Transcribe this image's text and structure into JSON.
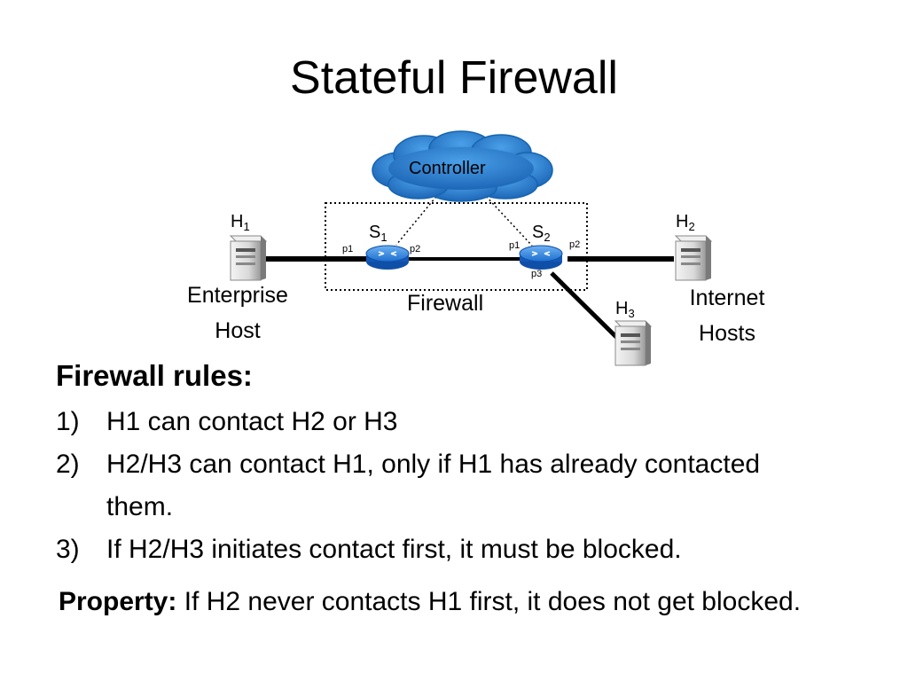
{
  "title": "Stateful Firewall",
  "diagram": {
    "controller_label": "Controller",
    "firewall_label": "Firewall",
    "hosts": [
      {
        "id": "H",
        "sub": "1",
        "caption": [
          "Enterprise",
          "Host"
        ]
      },
      {
        "id": "H",
        "sub": "2",
        "caption": [
          "Internet",
          "Hosts"
        ]
      },
      {
        "id": "H",
        "sub": "3"
      }
    ],
    "switches": [
      {
        "id": "S",
        "sub": "1",
        "ports": [
          "p1",
          "p2"
        ]
      },
      {
        "id": "S",
        "sub": "2",
        "ports": [
          "p1",
          "p2",
          "p3"
        ]
      }
    ]
  },
  "rules": {
    "heading": "Firewall rules:",
    "items": [
      {
        "num": "1)",
        "text": "H1 can contact H2 or H3"
      },
      {
        "num": "2)",
        "text": "H2/H3 can contact H1, only if H1 has already contacted them."
      },
      {
        "num": "3)",
        "text": "If H2/H3 initiates contact first, it must be blocked."
      }
    ]
  },
  "property": {
    "label": "Property:",
    "text": " If H2 never contacts H1 first, it does not get blocked."
  },
  "colors": {
    "cloud": "#1f78c8",
    "cloud_edge": "#1565b0",
    "router": "#1a73d8",
    "server_light": "#e9e9e9",
    "server_dark": "#8a8a8a"
  }
}
